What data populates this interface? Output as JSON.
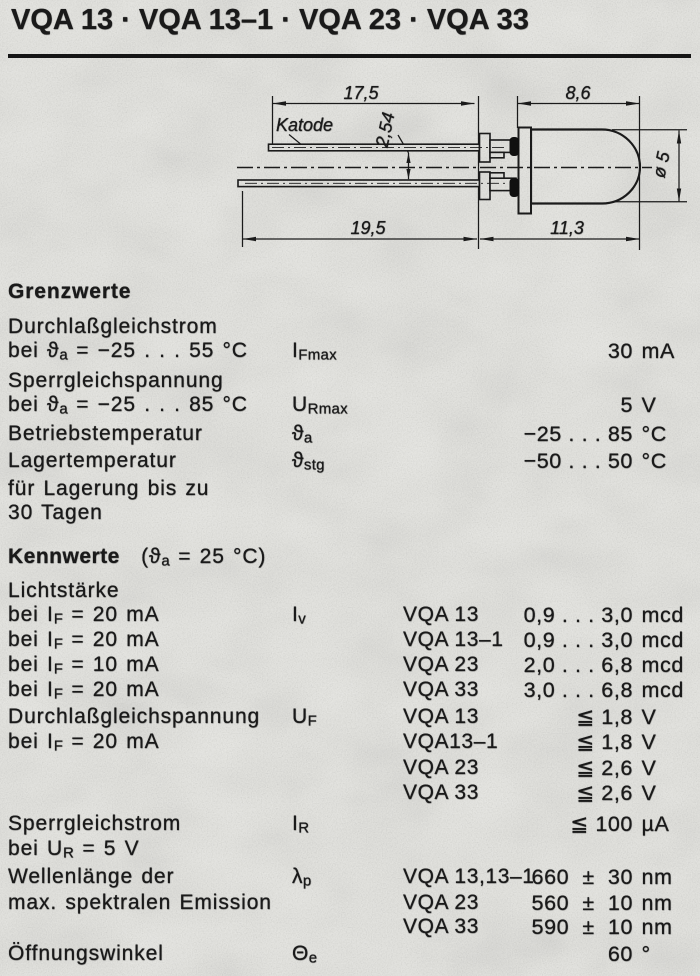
{
  "title": "VQA 13 · VQA 13–1 · VQA 23 · VQA 33",
  "drawing": {
    "katode_label": "Katode",
    "dim_lead_cathode_length": "17,5",
    "dim_body_length": "8,6",
    "dim_lead_pitch": "2,54",
    "dim_lead_anode_length": "19,5",
    "dim_body_total_length": "11,3",
    "dim_diameter": "ø 5"
  },
  "grenzwerte": {
    "heading": "Grenzwerte",
    "rows": [
      {
        "label_pre": "Durchlaßgleichstrom"
      },
      {
        "label_pre": "bei ϑ",
        "label_sub": "a",
        "label_post": " = −25 . . . 55 °C",
        "sym": "I",
        "sym_sub": "Fmax",
        "val": "30",
        "unit": "mA"
      },
      {
        "label_pre": "Sperrgleichspannung"
      },
      {
        "label_pre": "bei ϑ",
        "label_sub": "a",
        "label_post": " = −25 . . . 85 °C",
        "sym": "U",
        "sym_sub": "Rmax",
        "val": "5",
        "unit": "V"
      },
      {
        "label_pre": "Betriebstemperatur",
        "sym": "ϑ",
        "sym_sub": "a",
        "val": "−25 . . . 85",
        "unit": "°C"
      },
      {
        "label_pre": "Lagertemperatur",
        "sym": "ϑ",
        "sym_sub": "stg",
        "val": "−50 . . . 50",
        "unit": "°C"
      },
      {
        "label_pre": "für Lagerung bis zu"
      },
      {
        "label_pre": "30 Tagen"
      }
    ]
  },
  "kennwerte": {
    "heading_bold": "Kennwerte",
    "heading_pre": " (ϑ",
    "heading_sub": "a",
    "heading_post": " = 25 °C)",
    "rows": [
      {
        "label_pre": "Lichtstärke"
      },
      {
        "label_pre": "bei I",
        "label_sub": "F",
        "label_post": " = 20 mA",
        "sym": "I",
        "sym_sub": "v",
        "type": "VQA 13",
        "val": "0,9 . . . 3,0",
        "unit": "mcd"
      },
      {
        "label_pre": "bei I",
        "label_sub": "F",
        "label_post": " = 20 mA",
        "type": "VQA 13–1",
        "val": "0,9 . . . 3,0",
        "unit": "mcd"
      },
      {
        "label_pre": "bei I",
        "label_sub": "F",
        "label_post": " = 10 mA",
        "type": "VQA 23",
        "val": "2,0 . . . 6,8",
        "unit": "mcd"
      },
      {
        "label_pre": "bei I",
        "label_sub": "F",
        "label_post": " = 20 mA",
        "type": "VQA 33",
        "val": "3,0 . . . 6,8",
        "unit": "mcd"
      },
      {
        "label_pre": "Durchlaßgleichspannung",
        "sym": "U",
        "sym_sub": "F",
        "type": "VQA 13",
        "val": "≦ 1,8",
        "unit": "V"
      },
      {
        "label_pre": "bei I",
        "label_sub": "F",
        "label_post": " = 20 mA",
        "type": "VQA13–1",
        "val": "≦ 1,8",
        "unit": "V"
      },
      {
        "type": "VQA 23",
        "val": "≦ 2,6",
        "unit": "V"
      },
      {
        "type": "VQA 33",
        "val": "≦ 2,6",
        "unit": "V"
      },
      {
        "label_pre": "Sperrgleichstrom",
        "sym": "I",
        "sym_sub": "R",
        "val": "≦ 100",
        "unit": "µA"
      },
      {
        "label_pre": "bei U",
        "label_sub": "R",
        "label_post": " = 5 V"
      },
      {
        "label_pre": "Wellenlänge der",
        "sym": "λ",
        "sym_sub": "p",
        "type": "VQA 13,13–1",
        "val": "660  ±  30",
        "unit": "nm"
      },
      {
        "label_pre": "max. spektralen Emission",
        "type": "VQA 23",
        "val": "560  ±  10",
        "unit": "nm"
      },
      {
        "type": "VQA 33",
        "val": "590  ±  10",
        "unit": "nm"
      },
      {
        "label_pre": "Öffnungswinkel",
        "sym": "Θ",
        "sym_sub": "e",
        "val": "60",
        "unit": "°"
      }
    ]
  }
}
